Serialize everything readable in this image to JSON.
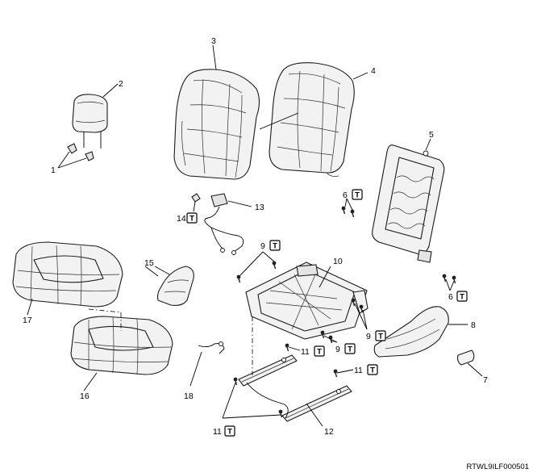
{
  "diagram": {
    "code": "RTWL9ILF000501",
    "torque_symbol": "T",
    "callouts": {
      "c1": "1",
      "c2": "2",
      "c3": "3",
      "c4": "4",
      "c5": "5",
      "c6a": "6",
      "c6b": "6",
      "c7": "7",
      "c8": "8",
      "c9a": "9",
      "c9b": "9",
      "c9c": "9",
      "c10": "10",
      "c11a": "11",
      "c11b": "11",
      "c11c": "11",
      "c12": "12",
      "c13": "13",
      "c14": "14",
      "c15": "15",
      "c16": "16",
      "c17": "17",
      "c18": "18"
    }
  }
}
